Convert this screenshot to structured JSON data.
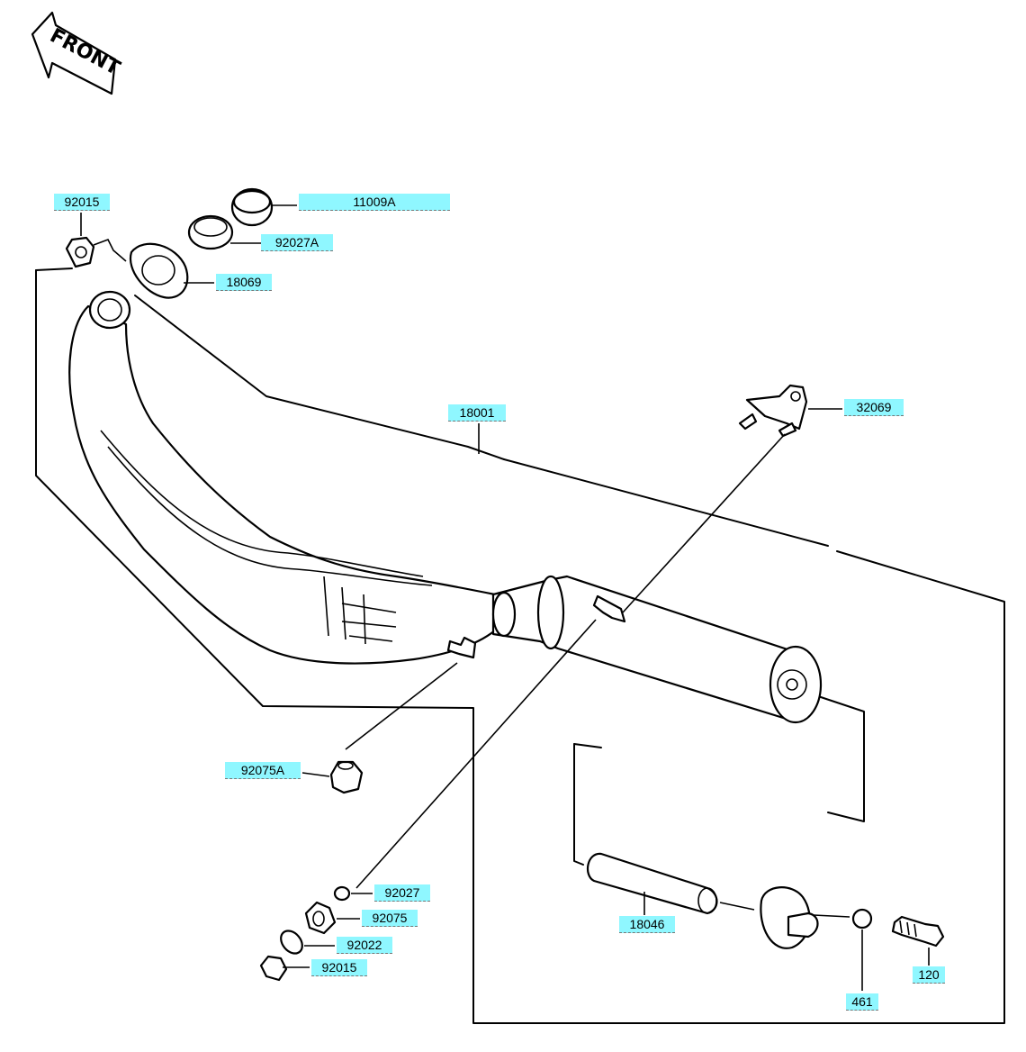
{
  "front_label": "FRONT",
  "parts": {
    "p11009A": "11009A",
    "p92015_top": "92015",
    "p92027A": "92027A",
    "p18069": "18069",
    "p18001": "18001",
    "p32069": "32069",
    "p92075A": "92075A",
    "p92027": "92027",
    "p92075": "92075",
    "p92022": "92022",
    "p92015_bottom": "92015",
    "p18046": "18046",
    "p461": "461",
    "p120": "120"
  },
  "colors": {
    "label_bg": "#8ff7ff",
    "line": "#000000"
  }
}
